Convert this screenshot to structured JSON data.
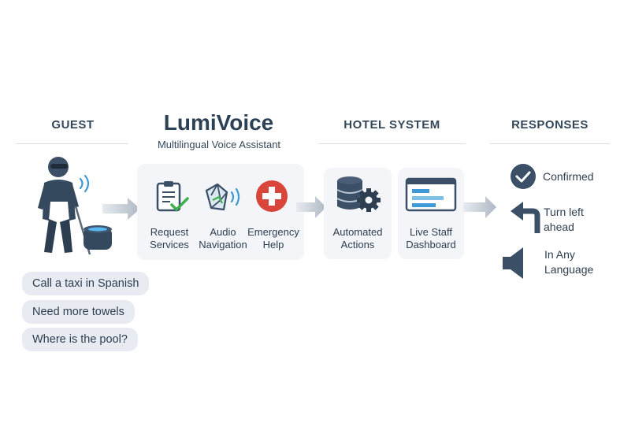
{
  "columns": {
    "guest": "GUEST",
    "hotel_system": "HOTEL SYSTEM",
    "responses": "RESPONSES"
  },
  "brand": {
    "name": "LumiVoice",
    "tagline": "Multilingual Voice Assistant"
  },
  "assistant_features": [
    {
      "label": "Request\nServices",
      "icon": "clipboard-check-icon"
    },
    {
      "label": "Audio\nNavigation",
      "icon": "map-sound-icon"
    },
    {
      "label": "Emergency\nHelp",
      "icon": "medical-cross-icon"
    }
  ],
  "hotel_features": [
    {
      "label": "Automated\nActions",
      "icon": "database-gear-icon"
    },
    {
      "label": "Live Staff\nDashboard",
      "icon": "dashboard-screen-icon"
    }
  ],
  "guest_requests": [
    "Call a taxi in Spanish",
    "Need more towels",
    "Where is the pool?"
  ],
  "responses": [
    {
      "label": "Confirmed",
      "icon": "check-circle-icon"
    },
    {
      "label": "Turn left\nahead",
      "icon": "turn-left-arrow-icon"
    },
    {
      "label": "In Any\nLanguage",
      "icon": "speaker-icon"
    }
  ],
  "colors": {
    "text": "#2d4156",
    "panel": "#f3f5f8",
    "bubble": "#e8ecf2",
    "accent_blue": "#3d9ad6",
    "accent_green": "#3fae4f",
    "accent_red": "#d9453a",
    "icon_dark": "#3b4f66"
  }
}
